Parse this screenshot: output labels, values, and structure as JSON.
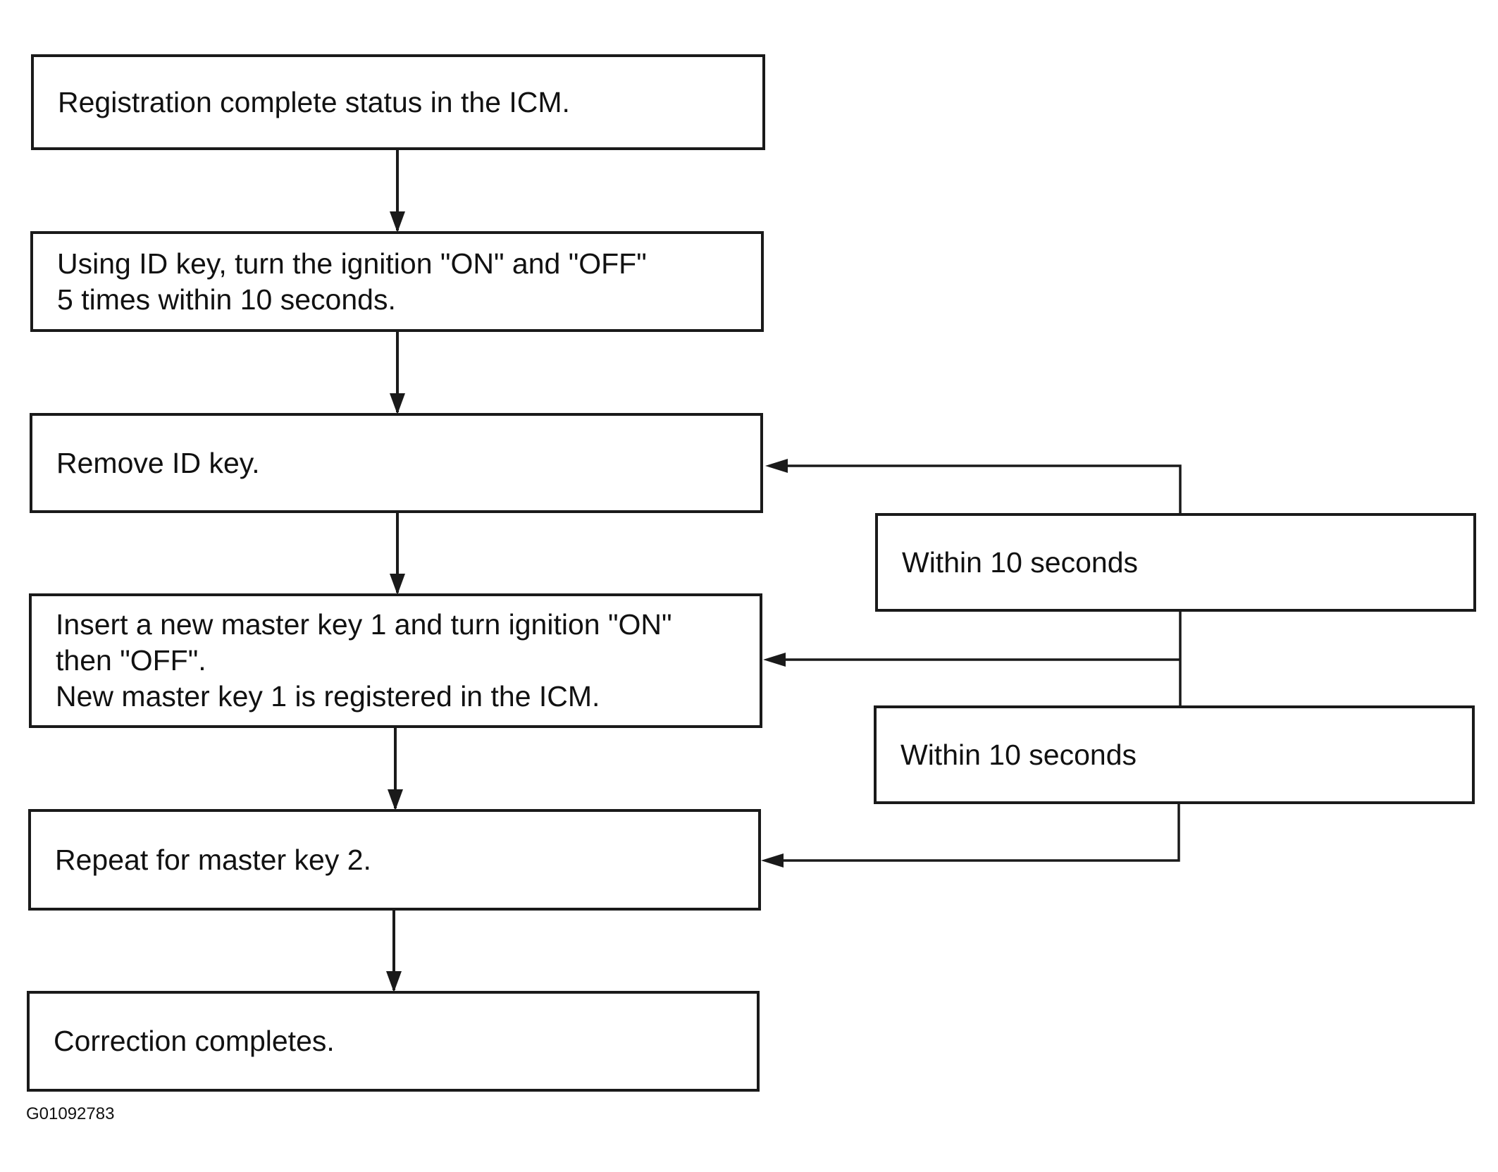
{
  "steps": [
    {
      "lines": [
        "Registration complete status in the ICM."
      ]
    },
    {
      "lines": [
        "Using ID key, turn the ignition \"ON\" and \"OFF\"",
        "5 times within 10 seconds."
      ]
    },
    {
      "lines": [
        "Remove ID key."
      ]
    },
    {
      "lines": [
        "Insert a new master key 1 and turn ignition \"ON\"",
        "then \"OFF\".",
        "New master key 1 is registered in the ICM."
      ]
    },
    {
      "lines": [
        "Repeat for master key 2."
      ]
    },
    {
      "lines": [
        "Correction completes."
      ]
    }
  ],
  "timers": [
    {
      "label": "Within 10 seconds"
    },
    {
      "label": "Within 10 seconds"
    }
  ],
  "figure_id": "G01092783",
  "colors": {
    "line": "#1a1a1a",
    "background": "#ffffff"
  }
}
